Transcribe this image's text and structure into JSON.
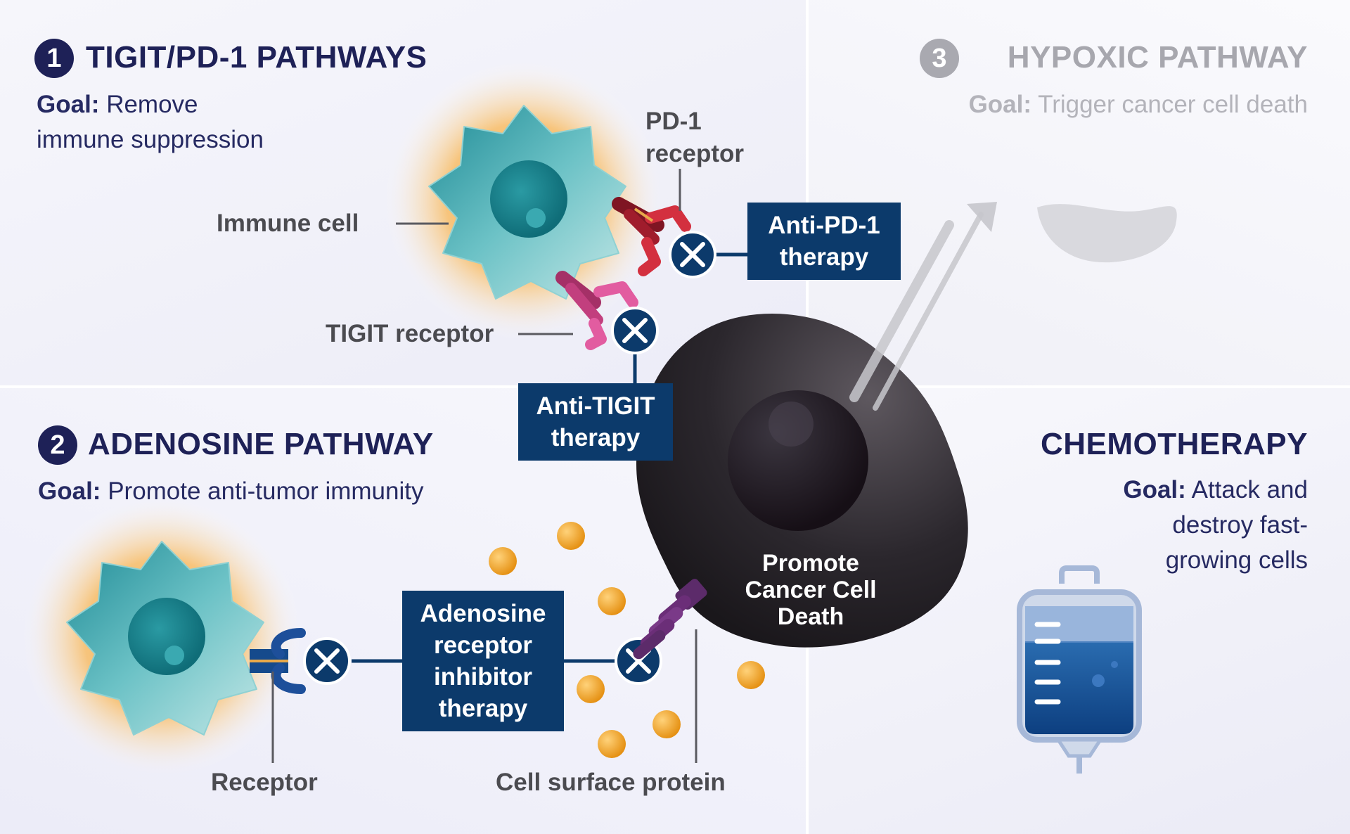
{
  "section1": {
    "number": "1",
    "title": "TIGIT/PD-1 PATHWAYS",
    "goal_label": "Goal:",
    "goal_text_line1": "Remove",
    "goal_text_line2": "immune suppression"
  },
  "section2": {
    "number": "2",
    "title": "ADENOSINE PATHWAY",
    "goal_label": "Goal:",
    "goal_text": "Promote anti-tumor immunity"
  },
  "section3": {
    "number": "3",
    "title": "HYPOXIC PATHWAY",
    "goal_label": "Goal:",
    "goal_text": "Trigger cancer cell death"
  },
  "section4": {
    "title": "CHEMOTHERAPY",
    "goal_label": "Goal:",
    "goal_text_line1": "Attack and",
    "goal_text_line2": "destroy fast-",
    "goal_text_line3": "growing cells"
  },
  "labels": {
    "pd1_line1": "PD-1",
    "pd1_line2": "receptor",
    "immune_cell": "Immune cell",
    "tigit_receptor": "TIGIT receptor",
    "receptor": "Receptor",
    "cell_surface_protein": "Cell surface protein"
  },
  "therapies": {
    "anti_pd1_line1": "Anti-PD-1",
    "anti_pd1_line2": "therapy",
    "anti_tigit_line1": "Anti-TIGIT",
    "anti_tigit_line2": "therapy",
    "adenosine_line1": "Adenosine",
    "adenosine_line2": "receptor",
    "adenosine_line3": "inhibitor",
    "adenosine_line4": "therapy"
  },
  "cancer_cell": {
    "line1": "Promote",
    "line2": "Cancer Cell",
    "line3": "Death"
  },
  "colors": {
    "navy": "#1e2157",
    "therapy_box": "#0c3a6b",
    "immune_cell": "#2f9aa6",
    "glow": "#f7a33a",
    "pd1_receptor": "#9b1b2b",
    "tigit_receptor": "#d8428f",
    "adenosine_dot": "#f0a21e",
    "cancer_cell": "#2a262c",
    "iv_bag": "#1d5596"
  },
  "icons": {
    "block": "x-circle-icon",
    "arrow": "arrow-up-right-icon",
    "iv_bag": "iv-bag-icon",
    "red_blood_cell": "red-blood-cell-icon"
  }
}
